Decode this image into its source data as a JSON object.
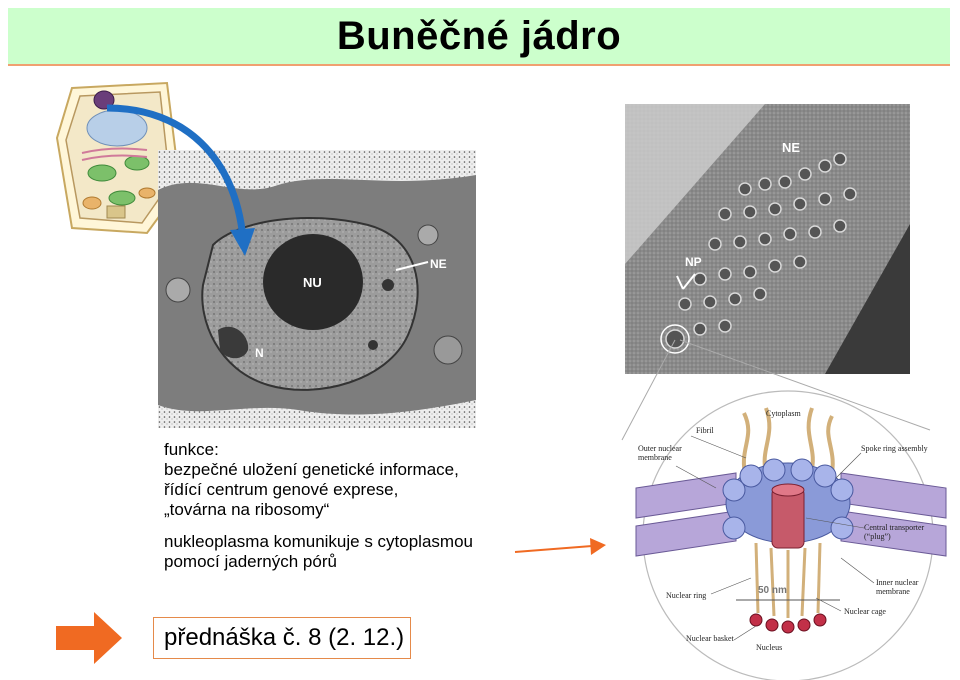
{
  "slide": {
    "title": "Buněčné jádro",
    "text_lines": [
      "funkce:",
      "bezpečné uložení genetické informace,",
      "řídící centrum genové exprese,",
      "„továrna na ribosomy“"
    ],
    "text_lines_2": [
      "nukleoplasma komunikuje s cytoplasmou",
      "pomocí jaderných pórů"
    ],
    "lecture_label": "přednáška č. 8 (2. 12.)"
  },
  "em_micrograph": {
    "label_nu": "NU",
    "label_ne": "NE",
    "label_n": "N"
  },
  "pore_micrograph": {
    "label_ne": "NE",
    "label_np": "NP"
  },
  "pore_diagram": {
    "labels": {
      "cytoplasm": "Cytoplasm",
      "fibril": "Fibril",
      "outer_membrane": "Outer nuclear membrane",
      "spoke_ring": "Spoke ring assembly",
      "central_transporter": "Central transporter (“plug”)",
      "nuclear_ring": "Nuclear ring",
      "scale": "50 nm",
      "inner_membrane": "Inner nuclear membrane",
      "nuclear_cage": "Nuclear cage",
      "nuclear_basket": "Nuclear basket",
      "nucleus": "Nucleus"
    }
  },
  "colors": {
    "title_bg": "#ccffcc",
    "accent": "#e58a4a",
    "arrow_blue": "#1f6fc4",
    "orange": "#f06a22"
  }
}
